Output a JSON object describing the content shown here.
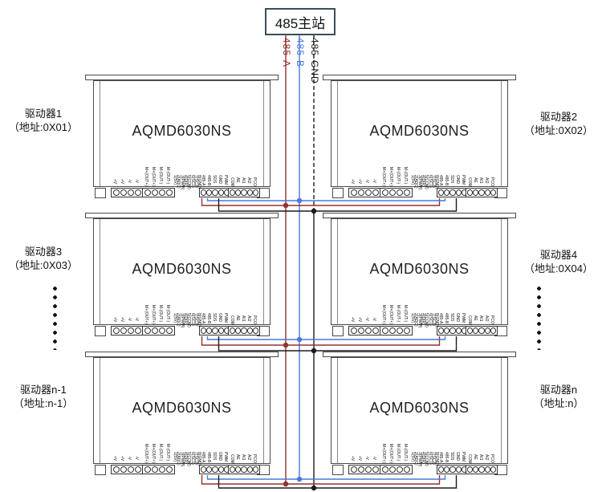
{
  "master": {
    "label": "485主站"
  },
  "bus_lines": [
    {
      "name": "485-A",
      "color": "#93302e",
      "style": "solid"
    },
    {
      "name": "485-B",
      "color": "#4a79dc",
      "style": "solid"
    },
    {
      "name": "485-GND",
      "color": "#1c1c1c",
      "style": "dashed"
    }
  ],
  "drivers": [
    {
      "model": "AQMD6030NS",
      "label": "驱动器1",
      "address": "（地址:0X01）"
    },
    {
      "model": "AQMD6030NS",
      "label": "驱动器2",
      "address": "（地址:0X02）"
    },
    {
      "model": "AQMD6030NS",
      "label": "驱动器3",
      "address": "（地址:0X03）"
    },
    {
      "model": "AQMD6030NS",
      "label": "驱动器4",
      "address": "（地址:0X04）"
    },
    {
      "model": "AQMD6030NS",
      "label": "驱动器n-1",
      "address": "（地址:n-1）"
    },
    {
      "model": "AQMD6030NS",
      "label": "驱动器n",
      "address": "（地址:n）"
    }
  ],
  "pin_groups": {
    "power": [
      "+V",
      "+V",
      "-V",
      "-V"
    ],
    "motor": [
      "M+(OUT+)",
      "M+(OUT+)",
      "M-(OUT-)",
      "M-(OUT-)"
    ],
    "signal": [
      "1(5V)",
      "2(ADC)",
      "3(PWM)",
      "4(DIR)",
      "5(COM)",
      "6(SC1)",
      "7(SC2)",
      "8(GND)"
    ],
    "comm": [
      "485-A",
      "485-B",
      "SDS",
      "GND",
      "PWM"
    ],
    "aux": [
      "COM",
      "AE",
      "AI1",
      "AI2",
      "PCO"
    ]
  },
  "colors": {
    "wire_485a": "#93302e",
    "wire_485b": "#4a79dc",
    "wire_gnd": "#1c1c1c",
    "outline": "#4a4a4a"
  }
}
